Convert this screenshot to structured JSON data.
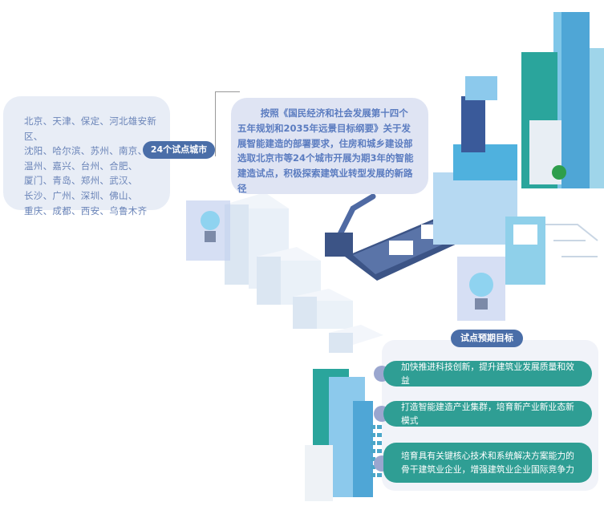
{
  "cities": {
    "badge": "24个试点城市",
    "lines": [
      "北京、天津、保定、河北雄安新区、",
      "沈阳、哈尔滨、苏州、南京、",
      "温州、嘉兴、台州、合肥、",
      "厦门、青岛、郑州、武汉、",
      "长沙、广州、深圳、佛山、",
      "重庆、成都、西安、乌鲁木齐"
    ]
  },
  "description": "按照《国民经济和社会发展第十四个五年规划和2035年远景目标纲要》关于发展智能建造的部署要求，住房和城乡建设部选取北京市等24个城市开展为期3年的智能建造试点，积极探索建筑业转型发展的新路径",
  "goals": {
    "badge": "试点预期目标",
    "items": [
      "加快推进科技创新，提升建筑业发展质量和效益",
      "打造智能建造产业集群，培育新产业新业态新模式",
      "培育具有关键核心技术和系统解决方案能力的骨干建筑业企业，增强建筑业企业国际竞争力"
    ]
  },
  "colors": {
    "badge": "#4a6ea8",
    "teal": "#2f9e94",
    "panel": "#e8edf6",
    "text": "#5b7cc0"
  }
}
